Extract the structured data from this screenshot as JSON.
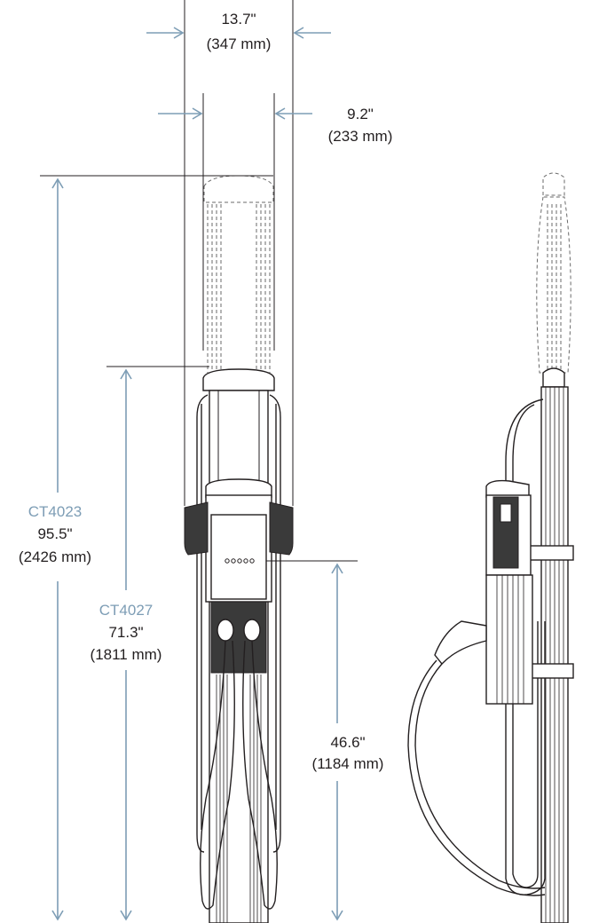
{
  "colors": {
    "accent": "#7d9db5",
    "ink": "#231f20"
  },
  "dimensions": {
    "width_outer": {
      "in": "13.7\"",
      "mm": "(347 mm)"
    },
    "width_inner": {
      "in": "9.2\"",
      "mm": "(233 mm)"
    },
    "ct4023": {
      "model": "CT4023",
      "in": "95.5\"",
      "mm": "(2426 mm)"
    },
    "ct4027": {
      "model": "CT4027",
      "in": "71.3\"",
      "mm": "(1811 mm)"
    },
    "holster": {
      "in": "46.6\"",
      "mm": "(1184 mm)"
    }
  }
}
